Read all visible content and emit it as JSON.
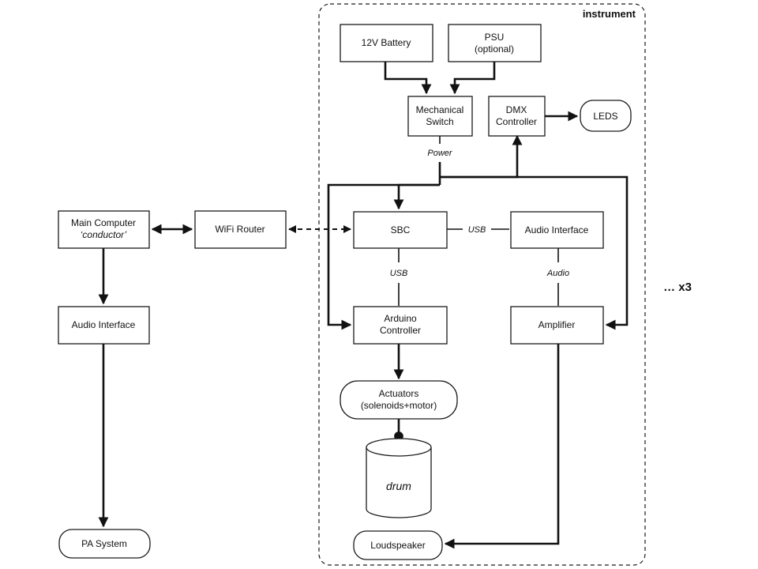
{
  "instrument_label": "instrument",
  "multiplier_label": "… x3",
  "nodes": {
    "battery": "12V Battery",
    "psu_line1": "PSU",
    "psu_line2": "(optional)",
    "switch_line1": "Mechanical",
    "switch_line2": "Switch",
    "dmx_line1": "DMX",
    "dmx_line2": "Controller",
    "leds": "LEDS",
    "main_computer_line1": "Main Computer",
    "main_computer_line2": "‘conductor’",
    "wifi_router": "WiFi Router",
    "sbc": "SBC",
    "audio_interface_right": "Audio Interface",
    "audio_interface_left": "Audio Interface",
    "arduino_line1": "Arduino",
    "arduino_line2": "Controller",
    "amplifier": "Amplifier",
    "actuators_line1": "Actuators",
    "actuators_line2": "(solenoids+motor)",
    "drum": "drum",
    "loudspeaker": "Loudspeaker",
    "pa_system": "PA System"
  },
  "edge_labels": {
    "power": "Power",
    "usb_top": "USB",
    "usb_mid": "USB",
    "audio": "Audio"
  }
}
